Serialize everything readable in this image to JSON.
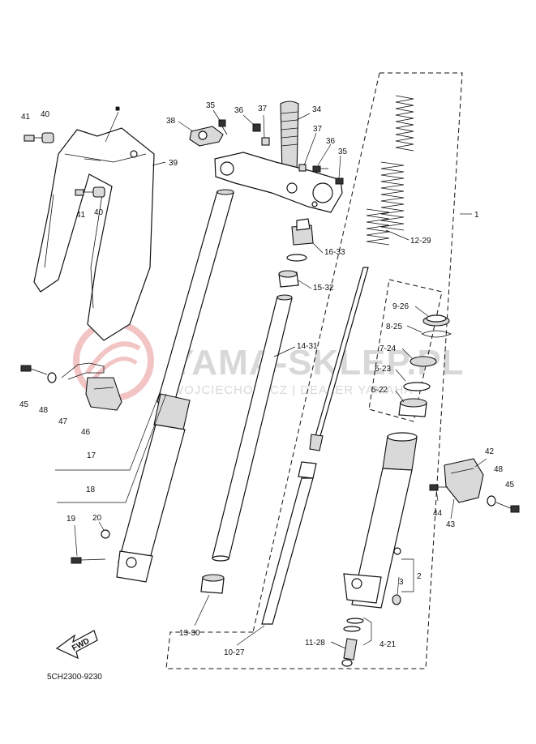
{
  "diagram": {
    "code": "5CH2300-9230",
    "fwd_label": "FWD",
    "watermark": {
      "brand": "YAMA-SKLEP.PL",
      "subtitle": "WOJCIECHOWICZ | DEALER YAMAHA"
    },
    "labels": [
      {
        "id": "l41a",
        "text": "41"
      },
      {
        "id": "l40a",
        "text": "40"
      },
      {
        "id": "lsq",
        "text": "■"
      },
      {
        "id": "l39",
        "text": "39"
      },
      {
        "id": "l41b",
        "text": "41"
      },
      {
        "id": "l40b",
        "text": "40"
      },
      {
        "id": "l35a",
        "text": "35"
      },
      {
        "id": "l36a",
        "text": "36"
      },
      {
        "id": "l37a",
        "text": "37"
      },
      {
        "id": "l34",
        "text": "34"
      },
      {
        "id": "l38",
        "text": "38"
      },
      {
        "id": "l37b",
        "text": "37"
      },
      {
        "id": "l36b",
        "text": "36"
      },
      {
        "id": "l35b",
        "text": "35"
      },
      {
        "id": "l1",
        "text": "1"
      },
      {
        "id": "l1229",
        "text": "12-29"
      },
      {
        "id": "l1633",
        "text": "16-33"
      },
      {
        "id": "l1532",
        "text": "15-32"
      },
      {
        "id": "l926",
        "text": "9-26"
      },
      {
        "id": "l825",
        "text": "8-25"
      },
      {
        "id": "l1431",
        "text": "14-31"
      },
      {
        "id": "l724",
        "text": "7-24"
      },
      {
        "id": "l623",
        "text": "6-23"
      },
      {
        "id": "l522",
        "text": "5-22"
      },
      {
        "id": "l45a",
        "text": "45"
      },
      {
        "id": "l48a",
        "text": "48"
      },
      {
        "id": "l47",
        "text": "47"
      },
      {
        "id": "l46",
        "text": "46"
      },
      {
        "id": "l17",
        "text": "17"
      },
      {
        "id": "l18",
        "text": "18"
      },
      {
        "id": "l42",
        "text": "42"
      },
      {
        "id": "l48b",
        "text": "48"
      },
      {
        "id": "l45b",
        "text": "45"
      },
      {
        "id": "l44",
        "text": "44"
      },
      {
        "id": "l43",
        "text": "43"
      },
      {
        "id": "l19",
        "text": "19"
      },
      {
        "id": "l20",
        "text": "20"
      },
      {
        "id": "l2",
        "text": "2"
      },
      {
        "id": "l3",
        "text": "3"
      },
      {
        "id": "l1330",
        "text": "13-30"
      },
      {
        "id": "l1027",
        "text": "10-27"
      },
      {
        "id": "l1128",
        "text": "11-28"
      },
      {
        "id": "l421",
        "text": "4-21"
      }
    ]
  }
}
